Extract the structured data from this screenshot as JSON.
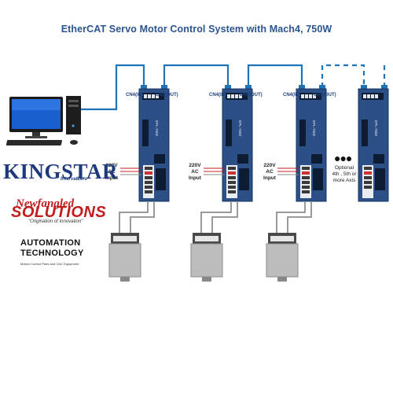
{
  "title": "EtherCAT Servo Motor Control System with Mach4, 750W",
  "drives": [
    {
      "port_in": "CN4(IN)",
      "port_out": "CN5(OUT)",
      "model": "EPL-750Z",
      "ac_line1": "220V",
      "ac_line2": "AC",
      "ac_line3": "Input"
    },
    {
      "port_in": "CN4(IN)",
      "port_out": "CN5(OUT)",
      "model": "EPL-750Z",
      "ac_line1": "220V",
      "ac_line2": "AC",
      "ac_line3": "Input"
    },
    {
      "port_in": "CN4(IN)",
      "port_out": "CN5(OUT)",
      "model": "EPL-750Z",
      "ac_line1": "220V",
      "ac_line2": "AC",
      "ac_line3": "Input"
    },
    {
      "model": "EPL-750Z"
    }
  ],
  "optional": {
    "dots": "●●●",
    "line1": "Optional",
    "line2": "4th , 5th or",
    "line3": "more  Axis"
  },
  "logos": {
    "kingstar": "KINGSTAR",
    "kingstar_sub": "IntervalZero",
    "newfangled": "Newfangled",
    "solutions": "SOLUTIONS",
    "solutions_tagline": "\"Origination of Innovation\"",
    "automation": "AUTOMATION",
    "technology": "TECHNOLOGY",
    "automation_tagline": "Motion Control Parts and CNC Equipment"
  },
  "colors": {
    "cable": "#1f74b8",
    "drive_body": "#2b4f86",
    "title": "#2a5590",
    "logo_red": "#c21d1d"
  }
}
